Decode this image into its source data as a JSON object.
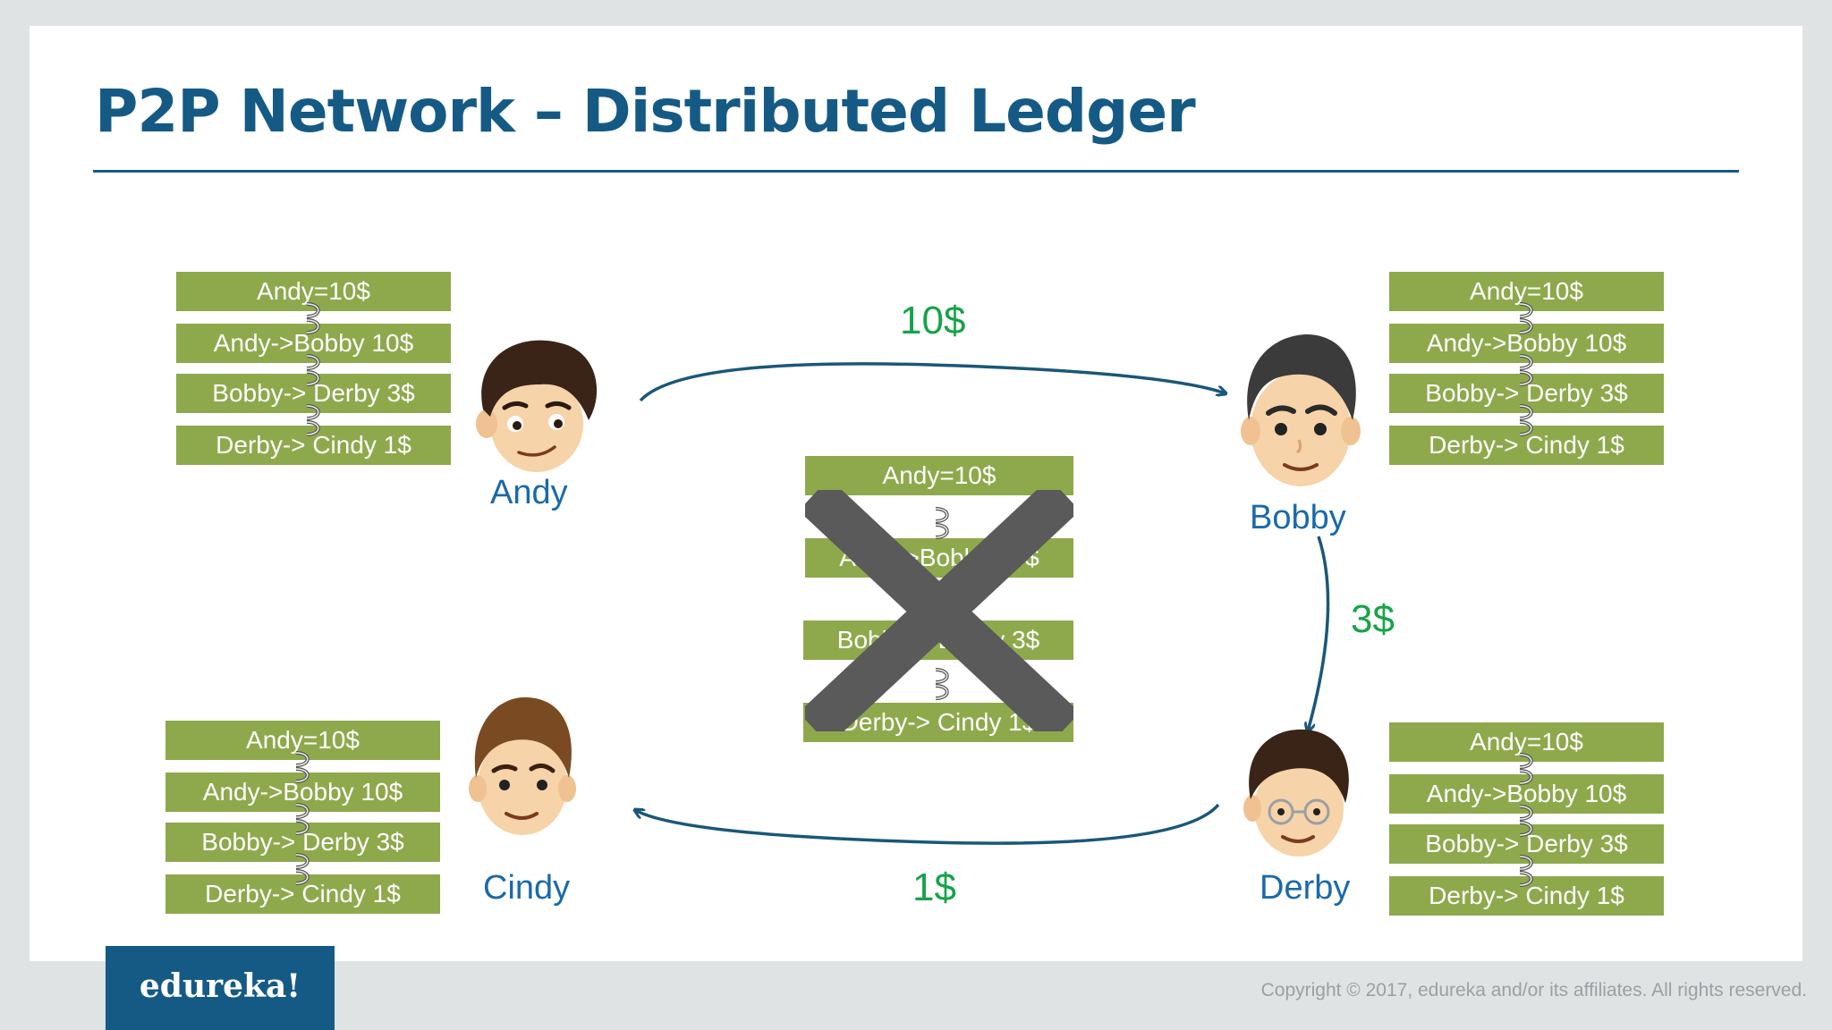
{
  "slide": {
    "title": "P2P Network – Distributed Ledger"
  },
  "ledger": {
    "entries": [
      "Andy=10$",
      "Andy->Bobby  10$",
      "Bobby-> Derby 3$",
      "Derby-> Cindy 1$"
    ]
  },
  "tampered_ledger": {
    "entries": [
      "Andy=10$",
      "Andy->Bobby 10$",
      "Bobby-> Derby 3$",
      "Derby-> Cindy 1$"
    ],
    "marked_invalid": true
  },
  "people": {
    "andy": "Andy",
    "bobby": "Bobby",
    "cindy": "Cindy",
    "derby": "Derby"
  },
  "transfers": {
    "andy_to_bobby": "10$",
    "bobby_to_derby": "3$",
    "derby_to_cindy": "1$"
  },
  "colors": {
    "title": "#155a85",
    "block": "#8ea94c",
    "name": "#1a6aa8",
    "amount": "#18a34a",
    "cross": "#5a5a5a"
  },
  "footer": {
    "logo": "edureka!",
    "copyright": "Copyright © 2017, edureka and/or its affiliates. All rights reserved."
  }
}
